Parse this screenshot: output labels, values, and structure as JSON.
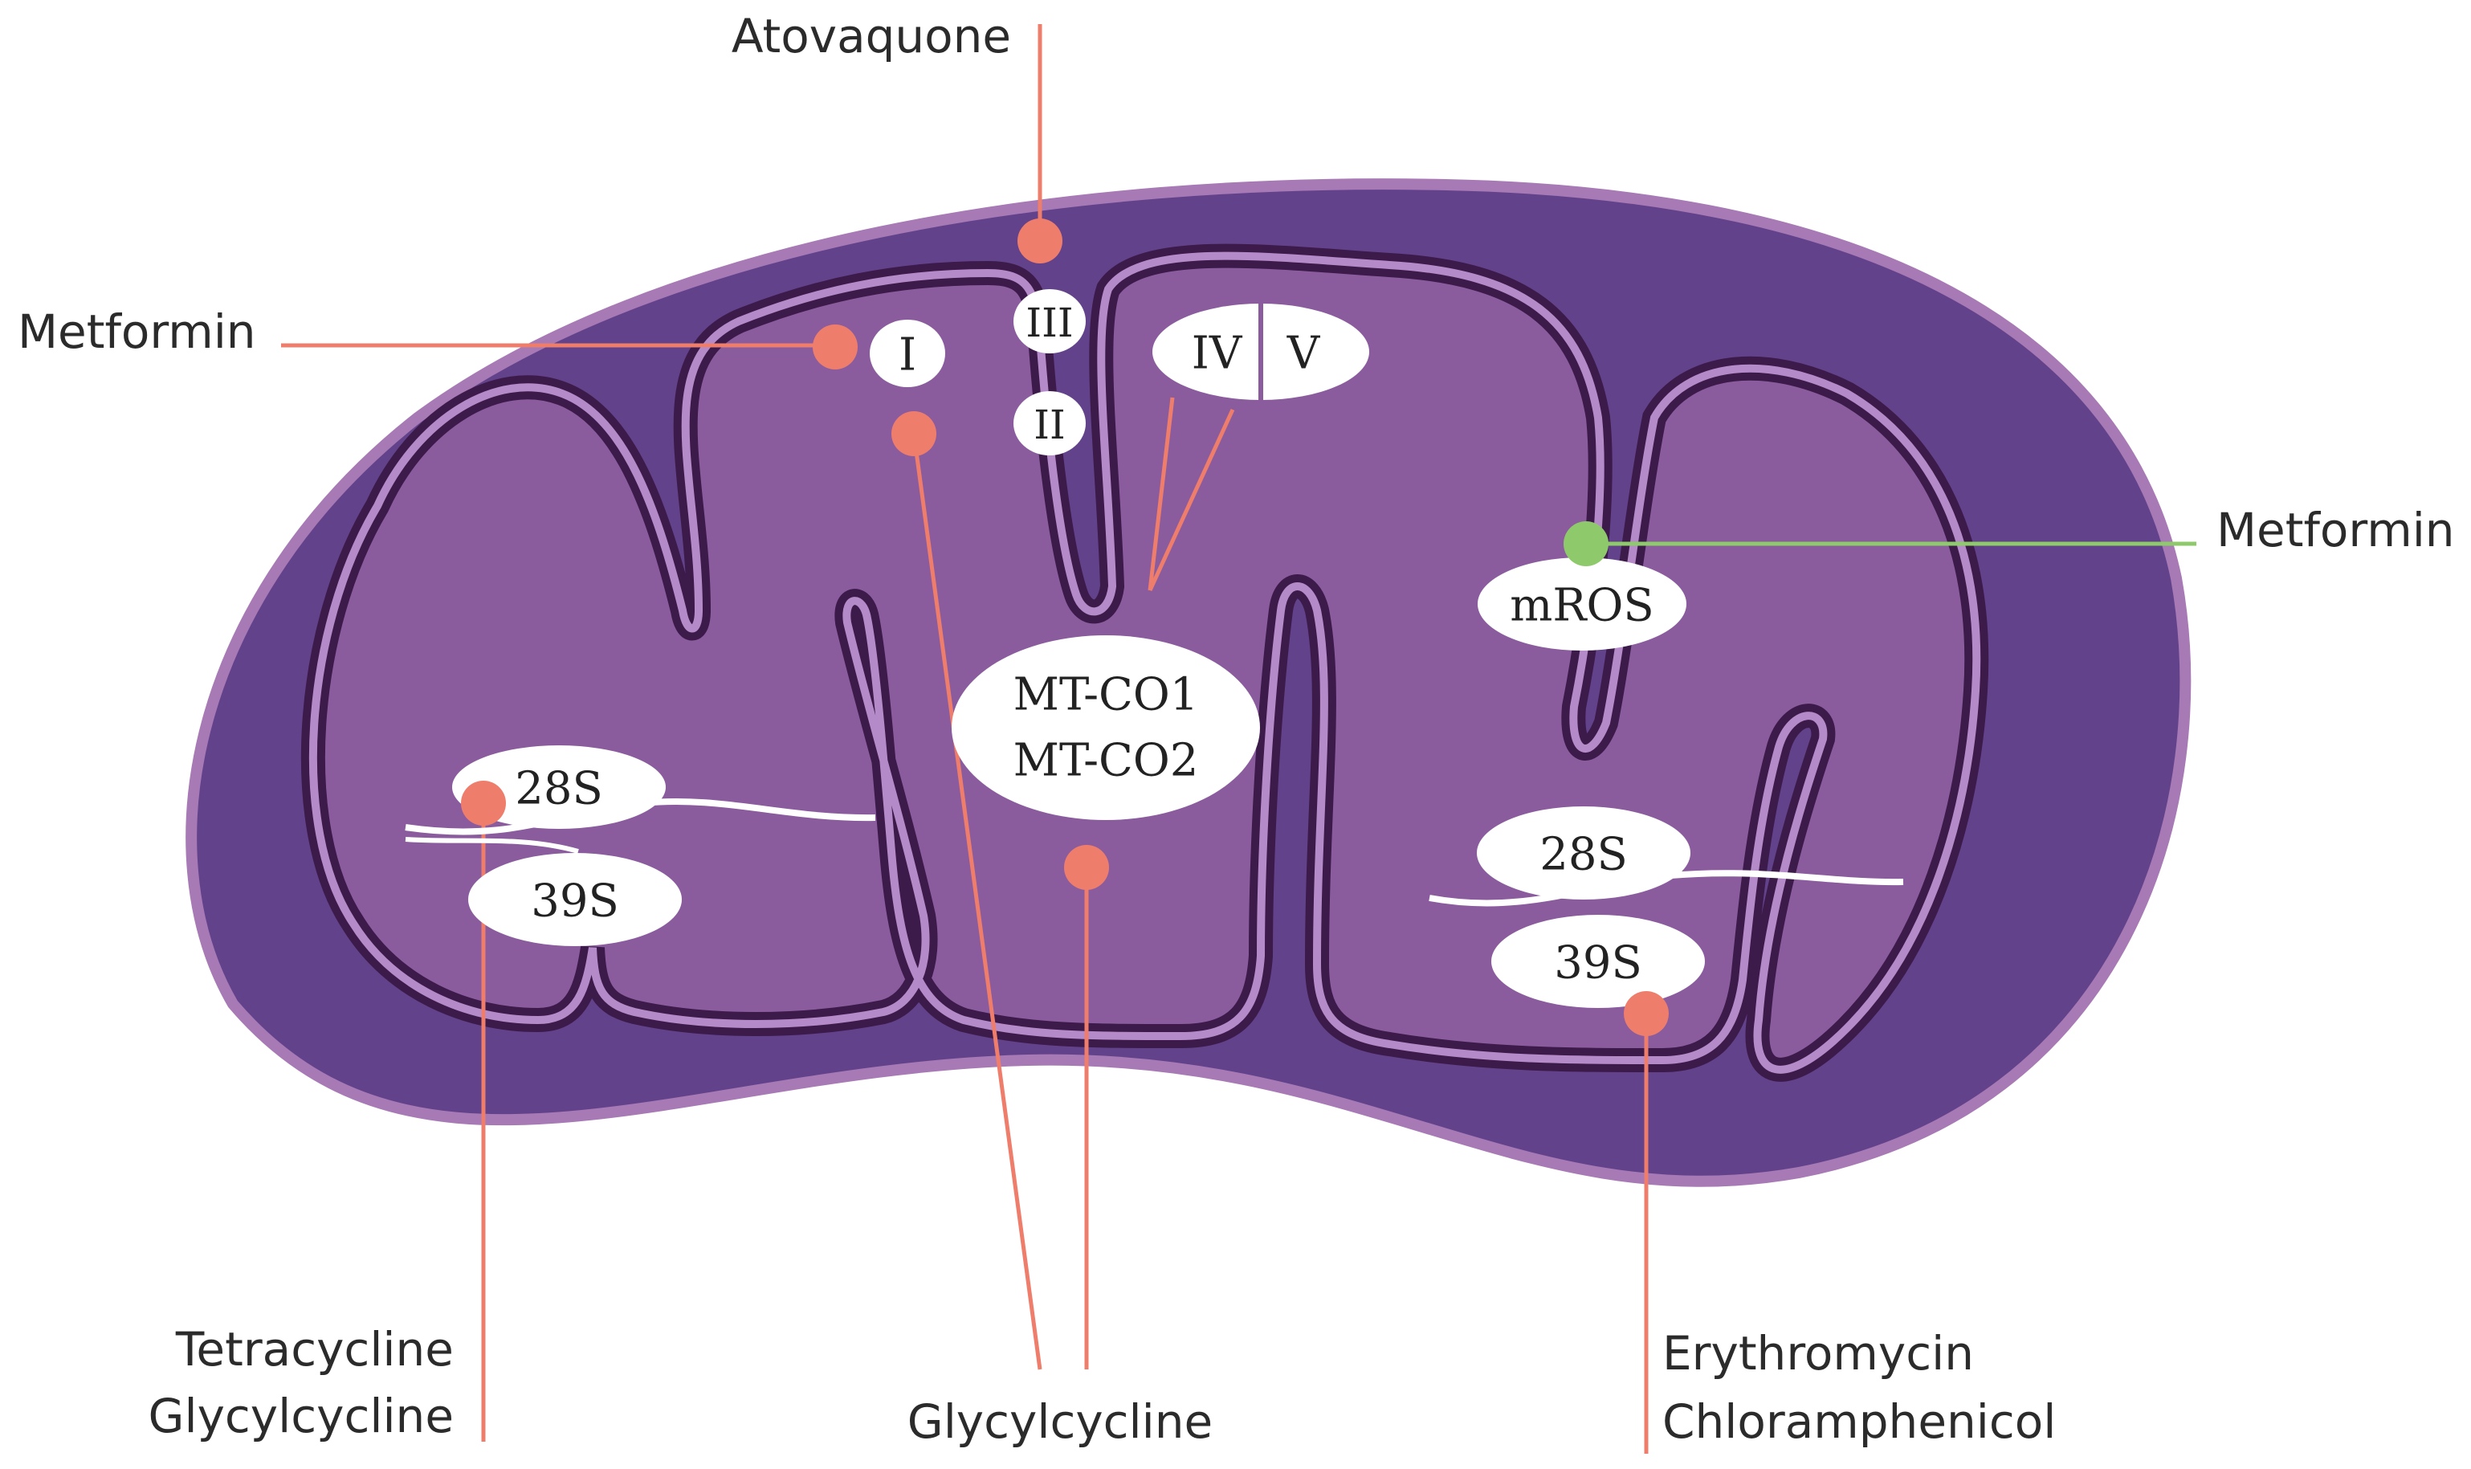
{
  "colors": {
    "outer_membrane": "#a779b5",
    "intermembrane_space": "#62428a",
    "cristae_outline": "#3c1a4a",
    "inner_membrane": "#b48ac8",
    "matrix": "#8a5c9e",
    "inhibitor_marker": "#ef7d6b",
    "activator_marker": "#8ec96b",
    "label_bubble": "#ffffff"
  },
  "drug_labels": {
    "top": "Atovaquone",
    "left": "Metformin",
    "right": "Metformin",
    "bottom_left_1": "Tetracycline",
    "bottom_left_2": "Glycylcycline",
    "bottom_center": "Glycylcycline",
    "bottom_right_1": "Erythromycin",
    "bottom_right_2": "Chloramphenicol"
  },
  "complexes": {
    "c1": "I",
    "c2": "II",
    "c3": "III",
    "c4": "IV",
    "c5": "V"
  },
  "mito_genes": {
    "line1": "MT-CO1",
    "line2": "MT-CO2"
  },
  "ros_label": "mROS",
  "ribosome_left": {
    "large": "28S",
    "small": "39S"
  },
  "ribosome_right": {
    "large": "28S",
    "small": "39S"
  }
}
